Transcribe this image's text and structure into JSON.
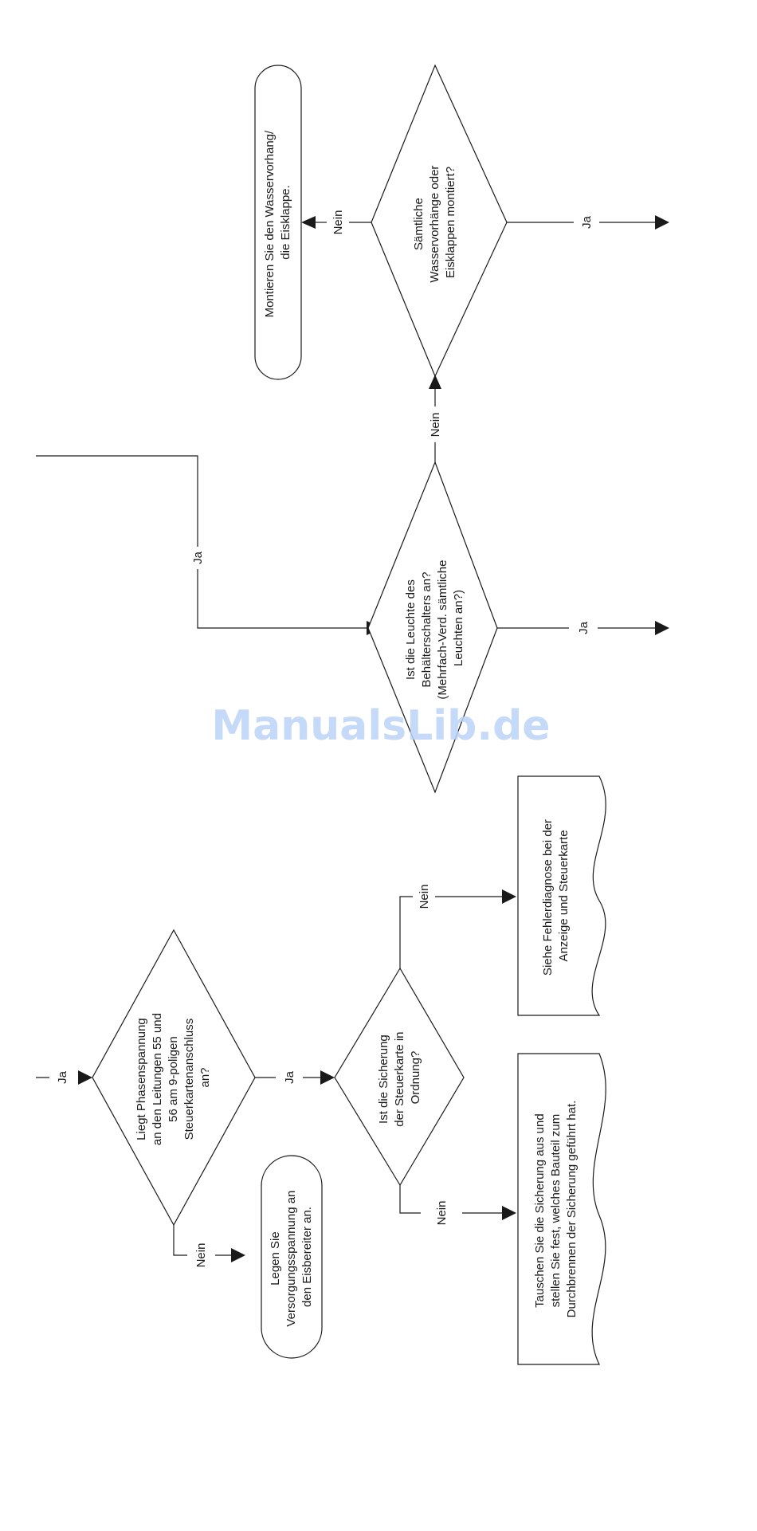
{
  "watermark": "ManualsLib.de",
  "labels": {
    "ja": "Ja",
    "nein": "Nein"
  },
  "decisions": {
    "all_curtains": [
      "Sämtliche",
      "Wasservorhänge oder",
      "Eisklappen montiert?"
    ],
    "bin_switch_light": [
      "Ist die Leuchte des",
      "Behälterschalters an?",
      "(Mehrfach-Verd. sämtliche",
      "Leuchten an?)"
    ],
    "line_voltage": [
      "Liegt Phasenspannung",
      "an den Leitungen 55 und",
      "56 am 9-poligen",
      "Steuerkartenanschluss",
      "an?"
    ],
    "fuse_ok": [
      "Ist die Sicherung",
      "der Steuerkarte in",
      "Ordnung?"
    ]
  },
  "actions": {
    "mount_curtain": [
      "Montieren Sie den Wasservorhang/",
      "die Eisklappe."
    ],
    "apply_power": [
      "Legen Sie",
      "Versorgungsspannung an",
      "den Eisbereiter an."
    ]
  },
  "documents": {
    "see_diagnosis": [
      "Siehe Fehlerdiagnose bei der",
      "Anzeige und Steuerkarte"
    ],
    "replace_fuse": [
      "Tauschen Sie die Sicherung aus und",
      "stellen Sie fest, welches Bauteil zum",
      "Durchbrennen der Sicherung geführt hat."
    ]
  }
}
